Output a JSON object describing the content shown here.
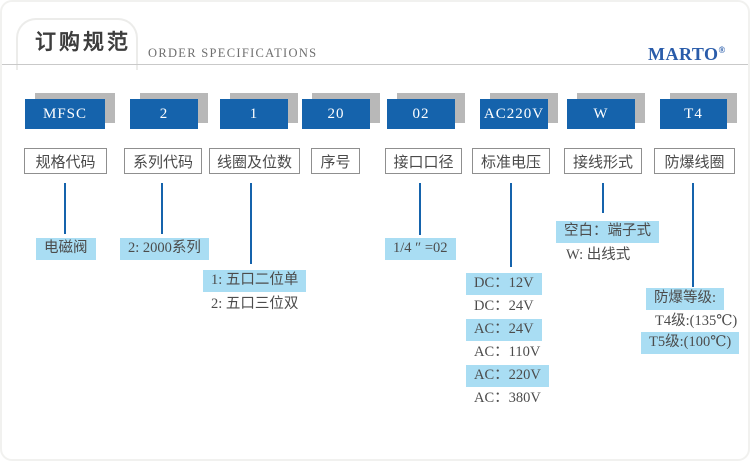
{
  "header": {
    "title_cn": "订购规范",
    "title_en": "ORDER SPECIFICATIONS",
    "brand": "MARTO",
    "brand_mark": "®"
  },
  "colors": {
    "primary_blue": "#1563ac",
    "box_shadow_gray": "#b8b8b8",
    "highlight_blue": "#a9ddf3",
    "brand_blue": "#2a5caa",
    "divider_gray": "#c9c9c9"
  },
  "model_columns": [
    {
      "code": "MFSC",
      "label": "规格代码",
      "annotations": [
        {
          "text": "电磁阀",
          "highlight": true
        }
      ]
    },
    {
      "code": "2",
      "label": "系列代码",
      "annotations": [
        {
          "text": "2: 2000系列",
          "highlight": true
        }
      ]
    },
    {
      "code": "1",
      "label": "线圈及位数",
      "annotations": [
        {
          "text": "1: 五口二位单",
          "highlight": true
        },
        {
          "text": "2: 五口三位双",
          "highlight": false
        }
      ]
    },
    {
      "code": "20",
      "label": "序号",
      "annotations": []
    },
    {
      "code": "02",
      "label": "接口口径",
      "annotations": [
        {
          "text": "1/4 ″ =02",
          "highlight": true
        }
      ]
    },
    {
      "code": "AC220V",
      "label": "标准电压",
      "annotations": [
        {
          "text": "DC：12V",
          "highlight": true
        },
        {
          "text": "DC：24V",
          "highlight": false
        },
        {
          "text": "AC：24V",
          "highlight": true
        },
        {
          "text": "AC：110V",
          "highlight": false
        },
        {
          "text": "AC：220V",
          "highlight": true
        },
        {
          "text": "AC：380V",
          "highlight": false
        }
      ]
    },
    {
      "code": "W",
      "label": "接线形式",
      "annotations": [
        {
          "text": "空白：端子式",
          "highlight": true
        },
        {
          "text": "W: 出线式",
          "highlight": false
        }
      ]
    },
    {
      "code": "T4",
      "label": "防爆线圈",
      "annotations": [
        {
          "text": "防爆等级:",
          "highlight": true
        },
        {
          "text": "T4级:(135℃)",
          "highlight": false
        },
        {
          "text": "T5级:(100℃)",
          "highlight": true
        }
      ]
    }
  ]
}
